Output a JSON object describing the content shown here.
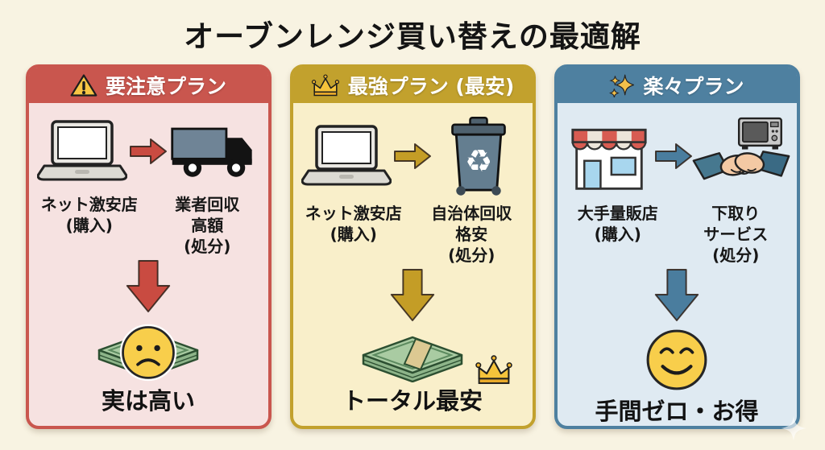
{
  "title": "オーブンレンジ買い替えの最適解",
  "plans": [
    {
      "header": {
        "label": "要注意プラン",
        "icon": "warning-icon"
      },
      "colors": {
        "accent": "#c9564e",
        "body": "#f6e2e1",
        "arrow": "#c94b41"
      },
      "buy": {
        "icon": "laptop-icon",
        "label": "ネット激安店",
        "note": "(購入)"
      },
      "dispose": {
        "icon": "truck-icon",
        "label": "業者回収",
        "label2": "高額",
        "note": "(処分)"
      },
      "result": {
        "icon": "money-stack-sad-face",
        "label": "実は高い"
      }
    },
    {
      "header": {
        "label": "最強プラン (最安)",
        "icon": "crown-icon"
      },
      "colors": {
        "accent": "#c2a12d",
        "body": "#f9efca",
        "arrow": "#c49d26"
      },
      "buy": {
        "icon": "laptop-icon",
        "label": "ネット激安店",
        "note": "(購入)"
      },
      "dispose": {
        "icon": "recycle-bin-icon",
        "label": "自治体回収",
        "label2": "格安",
        "note": "(処分)"
      },
      "result": {
        "icon": "money-stack-crown",
        "label": "トータル最安"
      }
    },
    {
      "header": {
        "label": "楽々プラン",
        "icon": "sparkles-icon"
      },
      "colors": {
        "accent": "#4e80a0",
        "body": "#dfeaf2",
        "arrow": "#4a7d9e"
      },
      "buy": {
        "icon": "storefront-icon",
        "label": "大手量販店",
        "note": "(購入)"
      },
      "dispose": {
        "icon": "handshake-trade-icon",
        "label": "下取り",
        "label2": "サービス",
        "note": "(処分)"
      },
      "result": {
        "icon": "smile-face-icon",
        "label": "手間ゼロ・お得"
      }
    }
  ]
}
